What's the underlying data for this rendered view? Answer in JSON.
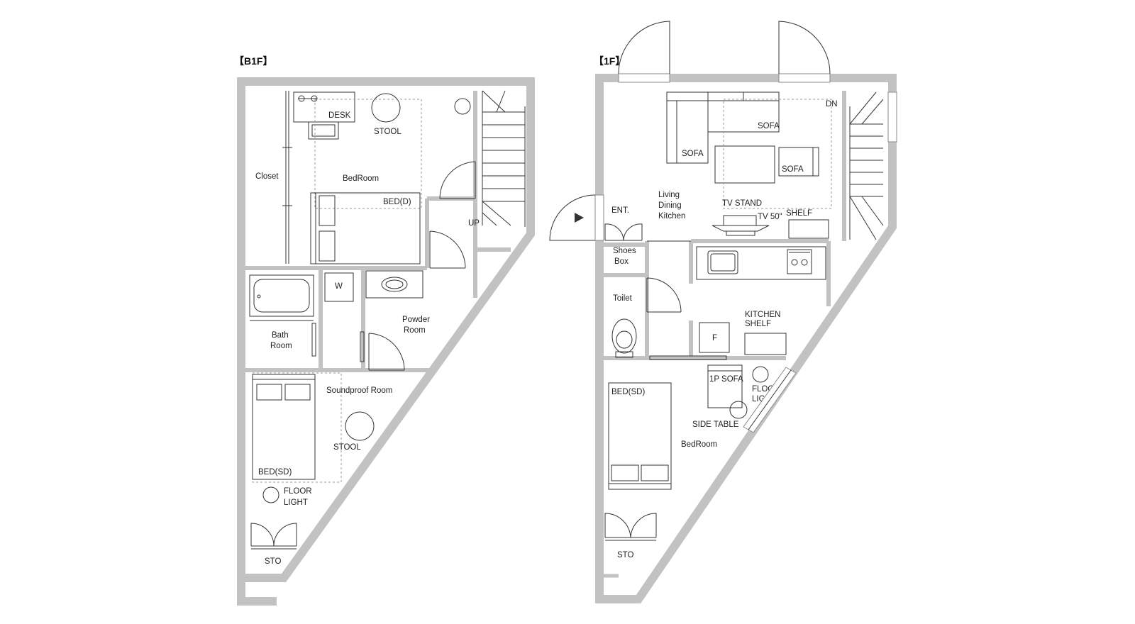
{
  "floors": [
    {
      "label": "【B1F】",
      "rooms": {
        "closet": "Closet",
        "desk": "DESK",
        "stool_top": "STOOL",
        "bedroom": "BedRoom",
        "bed_d": "BED(D)",
        "up": "UP",
        "w": "W",
        "powder_l1": "Powder",
        "powder_l2": "Room",
        "bath_l1": "Bath",
        "bath_l2": "Room",
        "soundproof": "Soundproof Room",
        "stool_bottom": "STOOL",
        "bed_sd": "BED(SD)",
        "floor_light_l1": "FLOOR",
        "floor_light_l2": "LIGHT",
        "sto": "STO"
      }
    },
    {
      "label": "【1F】",
      "rooms": {
        "dn": "DN",
        "sofa_top": "SOFA",
        "sofa_left": "SOFA",
        "sofa_right": "SOFA",
        "ldk_l1": "Living",
        "ldk_l2": "Dining",
        "ldk_l3": "Kitchen",
        "ent": "ENT.",
        "tv_stand": "TV STAND",
        "tv": "TV 50\"",
        "shelf": "SHELF",
        "shoes_l1": "Shoes",
        "shoes_l2": "Box",
        "toilet": "Toilet",
        "kitchen_shelf_l1": "KITCHEN",
        "kitchen_shelf_l2": "SHELF",
        "fridge": "F",
        "one_p_sofa": "1P SOFA",
        "floor_light_l1": "FLOOR",
        "floor_light_l2": "LIGHT",
        "side_table": "SIDE TABLE",
        "bed_sd": "BED(SD)",
        "bedroom": "BedRoom",
        "sto": "STO"
      }
    }
  ]
}
